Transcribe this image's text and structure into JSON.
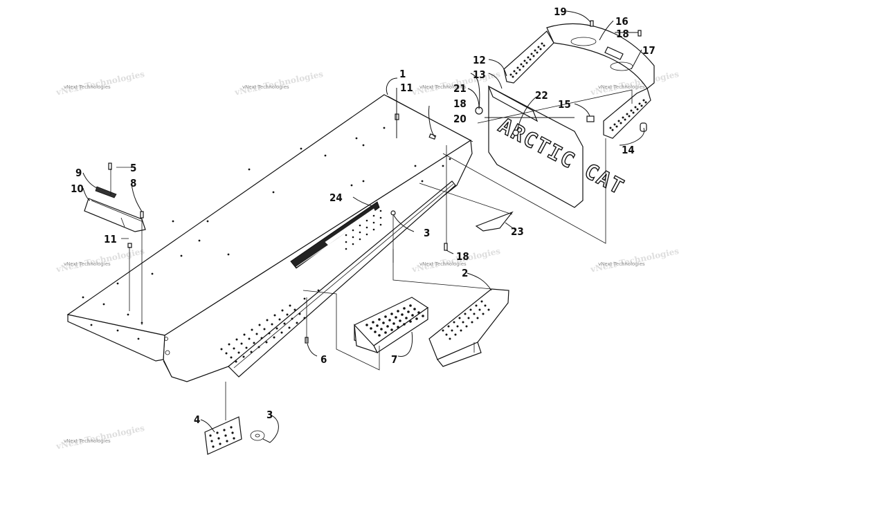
{
  "diagram": {
    "brand_text": "ARCTIC CAT",
    "watermark": {
      "text": "vNext Technologies",
      "count": 9
    },
    "callouts": [
      "1",
      "2",
      "3",
      "3",
      "4",
      "5",
      "6",
      "7",
      "8",
      "9",
      "10",
      "11",
      "11",
      "12",
      "13",
      "14",
      "15",
      "16",
      "17",
      "18",
      "18",
      "18",
      "19",
      "20",
      "21",
      "22",
      "23",
      "24"
    ]
  }
}
